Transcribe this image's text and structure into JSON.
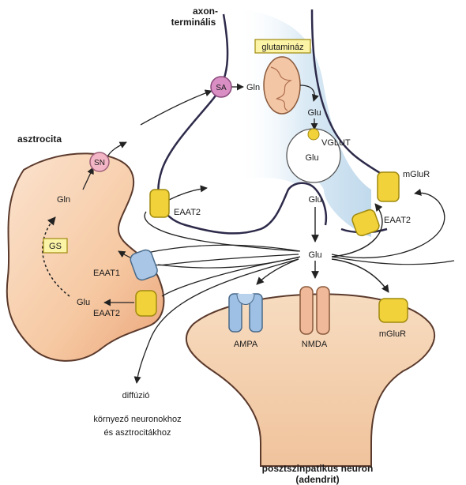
{
  "labels": {
    "axon_terminal_line1": "axon-",
    "axon_terminal_line2": "terminális",
    "glutaminase": "glutamináz",
    "astrocyte": "asztrocita",
    "sn": "SN",
    "sa": "SA",
    "gln_top": "Gln",
    "gln_astro": "Gln",
    "gs": "GS",
    "glu_mito": "Glu",
    "glu_vesicle": "Glu",
    "vglut": "VGLUT",
    "mglur_pre": "mGluR",
    "eaat2_pre": "EAAT2",
    "eaat2_axon": "EAAT2",
    "glu_cleft_top": "Glu",
    "glu_cleft": "Glu",
    "eaat1": "EAAT1",
    "glu_astro": "Glu",
    "eaat2_astro": "EAAT2",
    "ampa": "AMPA",
    "nmda": "NMDA",
    "mglur_post": "mGluR",
    "diffusion": "diffúzió",
    "neighbors_line1": "környező neuronokhoz",
    "neighbors_line2": "és asztrocitákhoz",
    "postsyn_line1": "posztszinpatikus neuron",
    "postsyn_line2": "(adendrit)"
  },
  "colors": {
    "astrocyte_fill": "#f6c9a3",
    "astrocyte_edge": "#5b3a2c",
    "axon_fill": "#cfe3f0",
    "postsyn_fill": "#f5d3b0",
    "transporter_yellow": "#f2d23a",
    "eaat1_blue": "#a9c6e6",
    "sa_pink": "#d98fc4",
    "sn_pink": "#f3b6c6",
    "glutaminase_box": "#fbf3a6",
    "gs_box": "#fbf3a6",
    "mito_fill": "#f3c6a5",
    "nmda_fill": "#f0b99a",
    "ampa_fill": "#9ec0e4",
    "line": "#222222"
  }
}
